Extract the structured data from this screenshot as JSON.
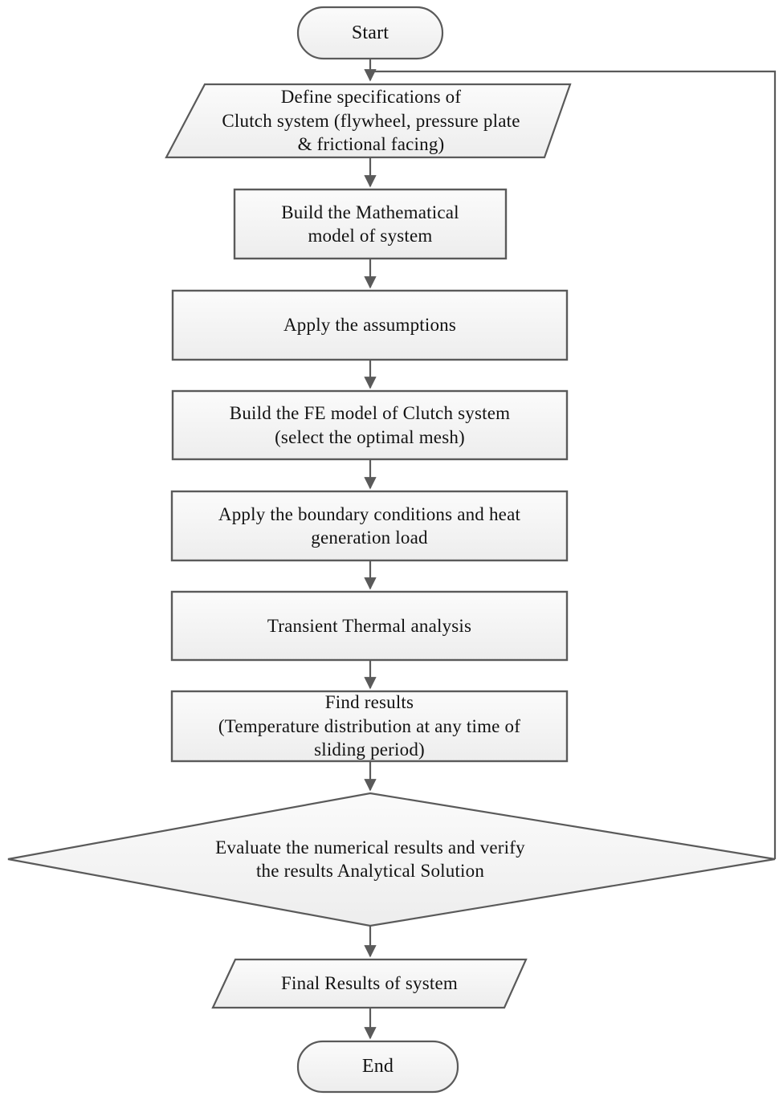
{
  "diagram": {
    "type": "flowchart",
    "title": "Clutch system transient thermal analysis flowchart",
    "background_color": "#ffffff",
    "shape_fill": "#f2f2f2",
    "shape_stroke": "#595959",
    "text_color": "#121212",
    "nodes": [
      {
        "id": "start",
        "shape": "terminator",
        "label": "Start"
      },
      {
        "id": "define-specs",
        "shape": "parallelogram",
        "label": "Define specifications of\nClutch system (flywheel, pressure plate\n& frictional facing)"
      },
      {
        "id": "build-math-model",
        "shape": "process",
        "label": "Build the Mathematical\nmodel of system"
      },
      {
        "id": "apply-assumptions",
        "shape": "process",
        "label": "Apply the assumptions"
      },
      {
        "id": "build-fe-model",
        "shape": "process",
        "label": "Build the FE model of Clutch system\n(select the optimal mesh)"
      },
      {
        "id": "apply-boundary-conditions",
        "shape": "process",
        "label": "Apply the boundary conditions and heat\ngeneration load"
      },
      {
        "id": "transient-thermal-analysis",
        "shape": "process",
        "label": "Transient Thermal analysis"
      },
      {
        "id": "find-results",
        "shape": "process",
        "label": "Find results\n(Temperature distribution at any time of\nsliding period)"
      },
      {
        "id": "evaluate-results",
        "shape": "decision",
        "label": "Evaluate the numerical results and verify\nthe results Analytical Solution"
      },
      {
        "id": "final-results",
        "shape": "parallelogram",
        "label": "Final Results of system"
      },
      {
        "id": "end",
        "shape": "terminator",
        "label": "End"
      }
    ],
    "edges": [
      {
        "from": "start",
        "to": "define-specs",
        "label": ""
      },
      {
        "from": "define-specs",
        "to": "build-math-model",
        "label": ""
      },
      {
        "from": "build-math-model",
        "to": "apply-assumptions",
        "label": ""
      },
      {
        "from": "apply-assumptions",
        "to": "build-fe-model",
        "label": ""
      },
      {
        "from": "build-fe-model",
        "to": "apply-boundary-conditions",
        "label": ""
      },
      {
        "from": "apply-boundary-conditions",
        "to": "transient-thermal-analysis",
        "label": ""
      },
      {
        "from": "transient-thermal-analysis",
        "to": "find-results",
        "label": ""
      },
      {
        "from": "find-results",
        "to": "evaluate-results",
        "label": ""
      },
      {
        "from": "evaluate-results",
        "to": "define-specs",
        "label": ""
      },
      {
        "from": "evaluate-results",
        "to": "final-results",
        "label": ""
      },
      {
        "from": "final-results",
        "to": "end",
        "label": ""
      }
    ]
  }
}
